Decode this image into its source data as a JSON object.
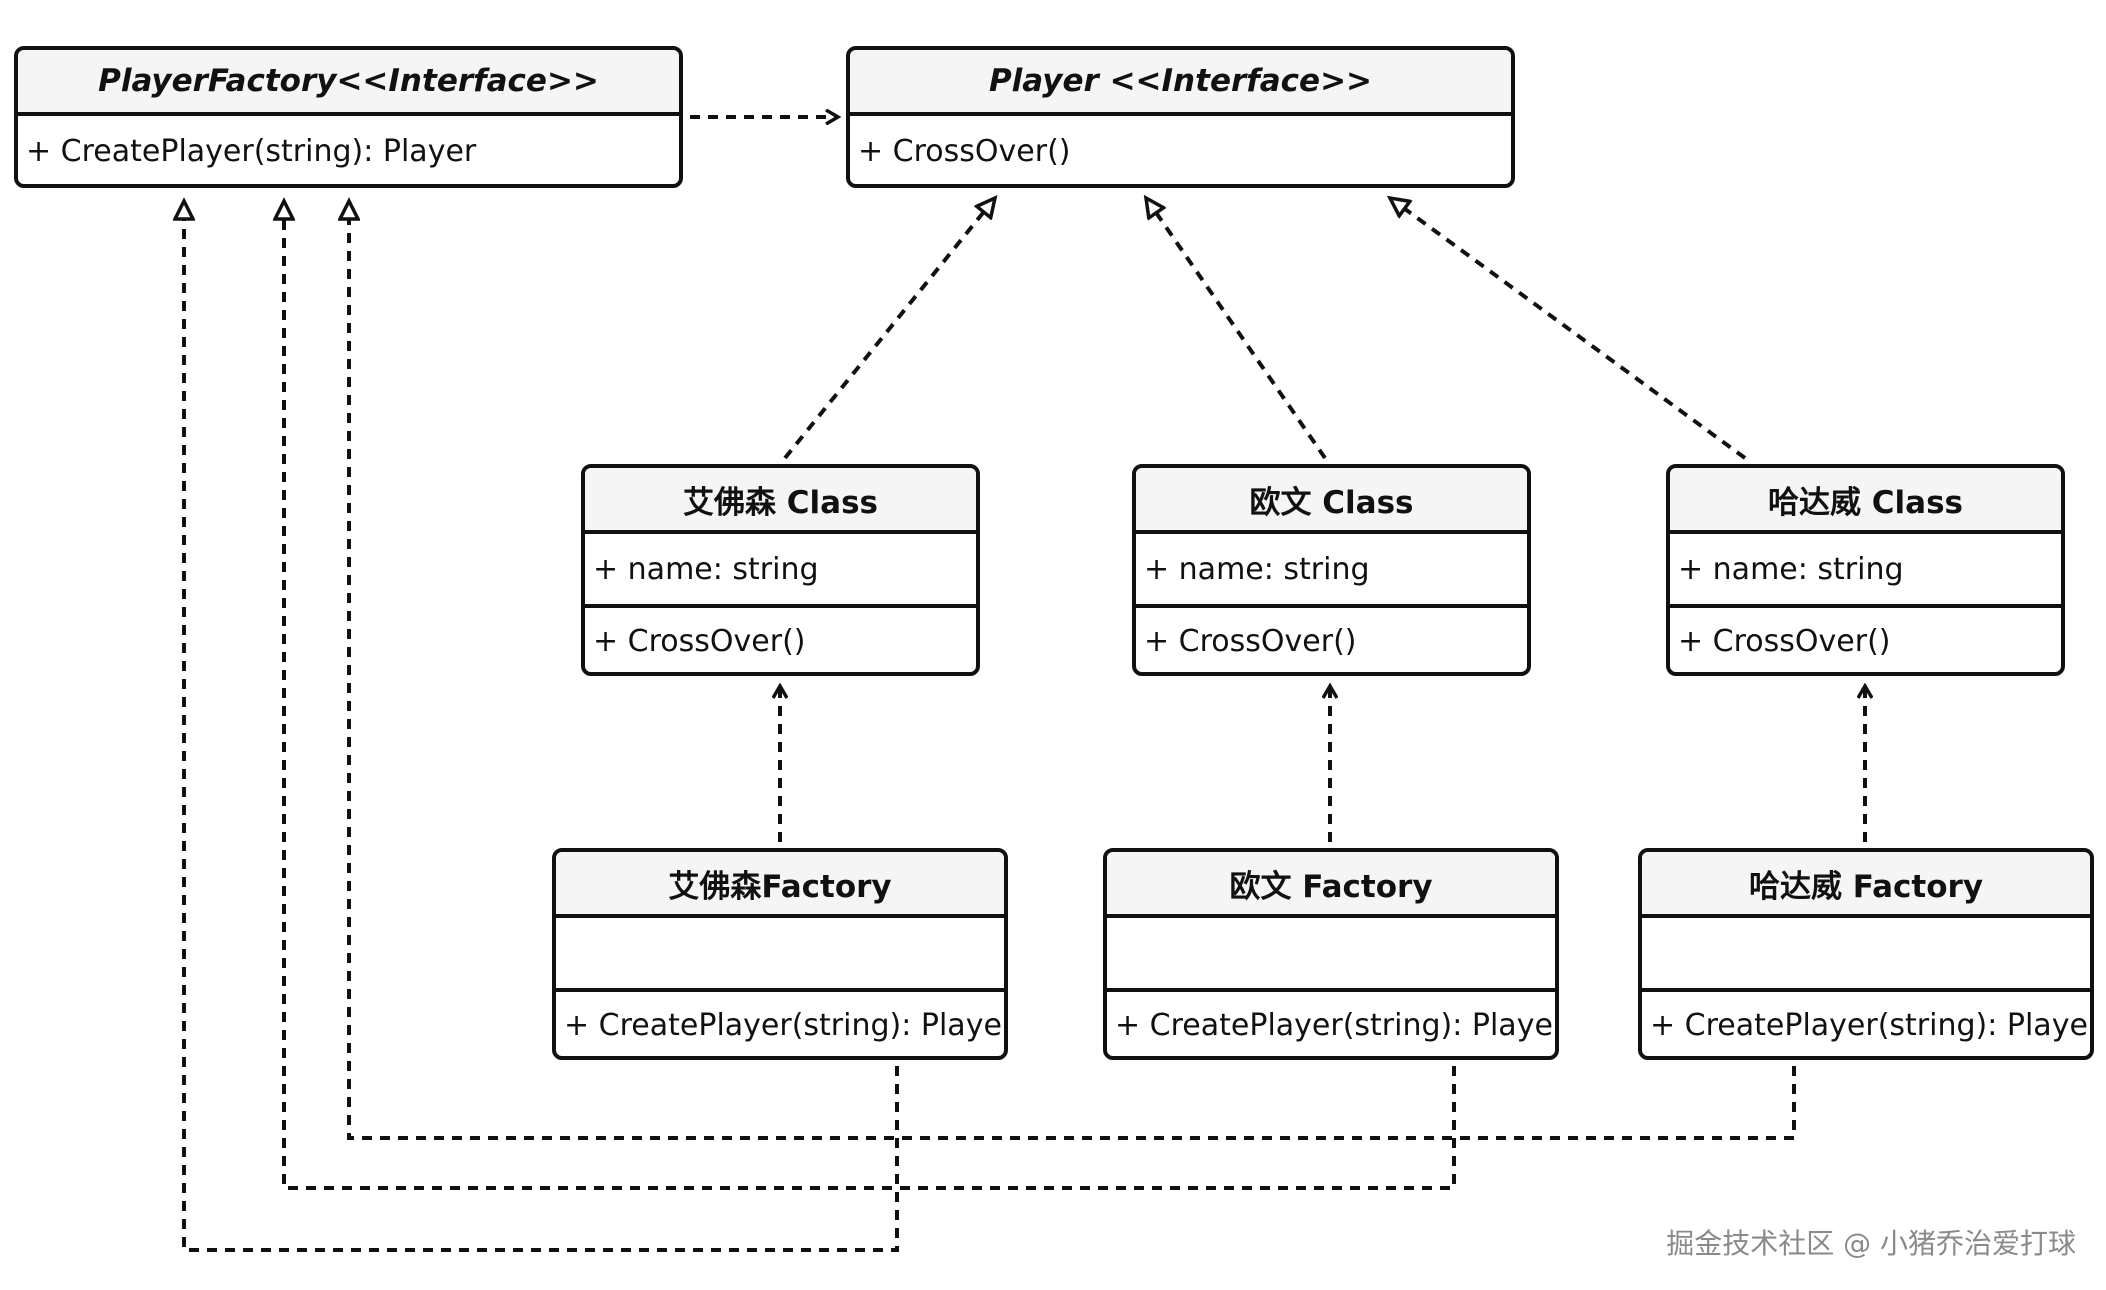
{
  "interfaces": {
    "player_factory": {
      "title": "PlayerFactory<<Interface>>",
      "method": "+ CreatePlayer(string): Player"
    },
    "player": {
      "title": "Player <<Interface>>",
      "method": "+ CrossOver()"
    }
  },
  "classes": [
    {
      "title": "艾佛森 Class",
      "attribute": "+ name: string",
      "method": "+ CrossOver()"
    },
    {
      "title": "欧文 Class",
      "attribute": "+ name: string",
      "method": "+ CrossOver()"
    },
    {
      "title": "哈达威 Class",
      "attribute": "+ name: string",
      "method": "+ CrossOver()"
    }
  ],
  "factories": [
    {
      "title": "艾佛森Factory",
      "attribute": "",
      "method": "+ CreatePlayer(string): Player"
    },
    {
      "title": "欧文 Factory",
      "attribute": "",
      "method": "+ CreatePlayer(string): Player"
    },
    {
      "title": "哈达威 Factory",
      "attribute": "",
      "method": "+ CreatePlayer(string): Player"
    }
  ],
  "watermark": "掘金技术社区 @ 小猪乔治爱打球"
}
